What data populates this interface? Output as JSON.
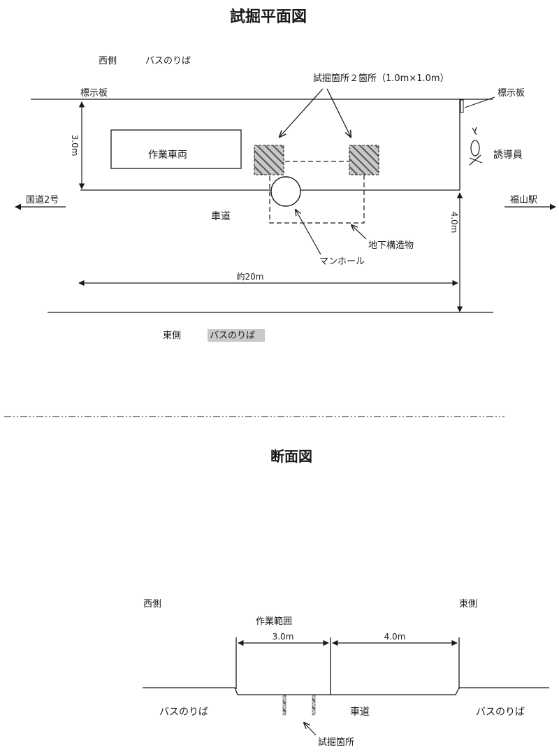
{
  "plan": {
    "title": "試掘平面図",
    "west_label": "西側",
    "west_busstop": "バスのりば",
    "excavation_note": "試掘箇所２箇所（1.0m×1.0m）",
    "sign_left": "標示板",
    "sign_right": "標示板",
    "width_dim": "3.0m",
    "vehicle": "作業車両",
    "guide": "誘導員",
    "route2": "国道2号",
    "station": "福山駅",
    "roadway": "車道",
    "road_width_dim": "4.0m",
    "underground": "地下構造物",
    "manhole": "マンホール",
    "length_dim": "約20m",
    "east_label": "東側",
    "east_busstop": "バスのりば"
  },
  "section": {
    "title": "断面図",
    "west_label": "西側",
    "east_label": "東側",
    "work_area": "作業範囲",
    "dim_left": "3.0m",
    "dim_right": "4.0m",
    "busstop_left": "バスのりば",
    "roadway": "車道",
    "busstop_right": "バスのりば",
    "excavation": "試掘箇所"
  }
}
